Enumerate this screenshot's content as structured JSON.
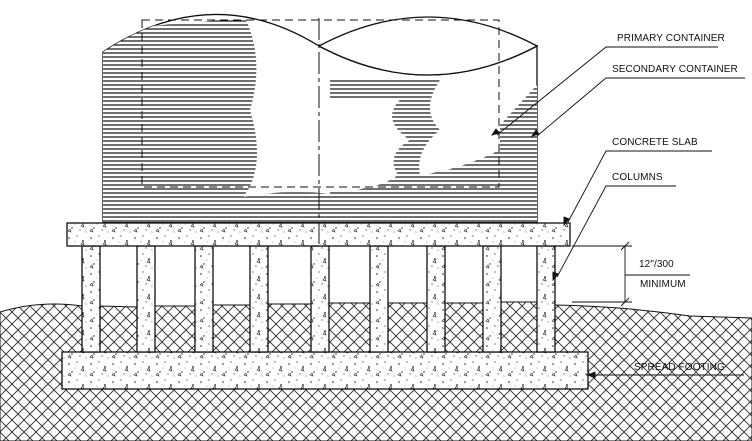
{
  "labels": {
    "primary_container": "PRIMARY CONTAINER",
    "secondary_container": "SECONDARY CONTAINER",
    "concrete_slab": "CONCRETE SLAB",
    "columns": "COLUMNS",
    "clearance_value": "12\"/300",
    "clearance_qualifier": "MINIMUM",
    "spread_footing": "SPREAD FOOTING"
  }
}
